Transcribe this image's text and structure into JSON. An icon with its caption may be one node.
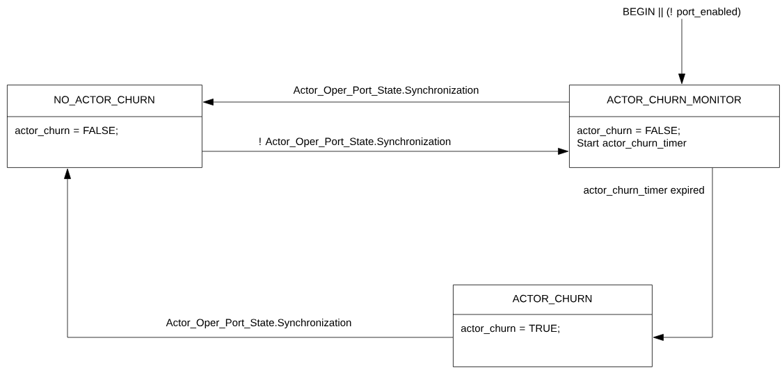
{
  "diagram": {
    "nodes": [
      {
        "text": [
          "NO_ACTOR_CHURN",
          "actor_churn = FALSE;"
        ]
      },
      {
        "text": [
          "ACTOR_CHURN_MONITOR",
          "actor_churn = FALSE; Start actor_churn_timer"
        ]
      },
      {
        "text": [
          "ACTOR_CHURN",
          "actor_churn = TRUE;"
        ]
      },
      {
        "text": [
          "BEGIN || (! port_enabled)"
        ]
      }
    ],
    "edges": [
      {
        "from": 3,
        "to": 1,
        "arrow": "to"
      },
      {
        "from": 1,
        "to": 0,
        "arrow": "to",
        "label": "Actor_Oper_Port_State.Synchronization"
      },
      {
        "from": 0,
        "to": 1,
        "arrow": "to",
        "label": "! Actor_Oper_Port_State.Synchronization"
      },
      {
        "from": 1,
        "to": 2,
        "arrow": "to",
        "label": "actor_churn_timer expired"
      },
      {
        "from": 2,
        "to": 0,
        "arrow": "to",
        "label": "Actor_Oper_Port_State.Synchronization"
      }
    ]
  }
}
